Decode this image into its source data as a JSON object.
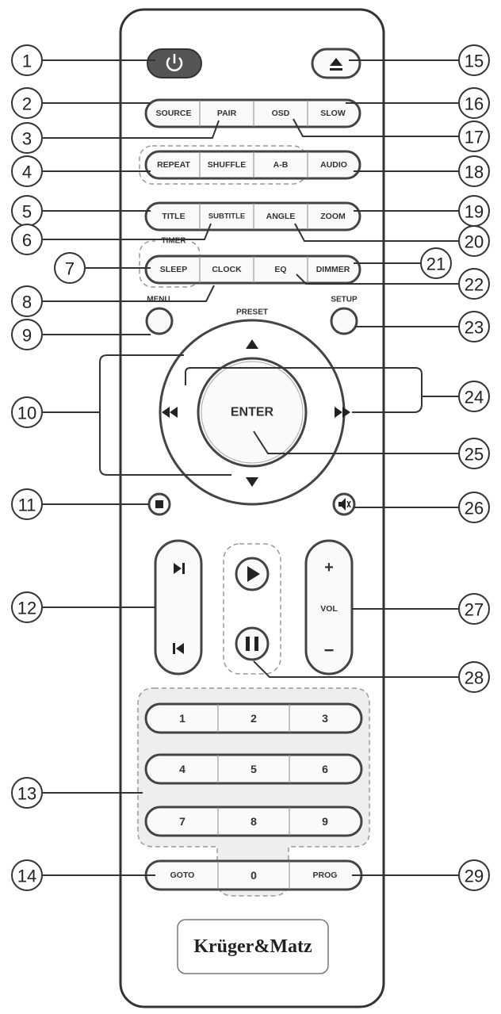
{
  "buttons": {
    "source": "SOURCE",
    "pair": "PAIR",
    "osd": "OSD",
    "slow": "SLOW",
    "repeat": "REPEAT",
    "shuffle": "SHUFFLE",
    "ab": "A-B",
    "audio": "AUDIO",
    "title": "TITLE",
    "subtitle": "SUBTITLE",
    "angle": "ANGLE",
    "zoom": "ZOOM",
    "timer": "TIMER",
    "sleep": "SLEEP",
    "clock": "CLOCK",
    "eq": "EQ",
    "dimmer": "DIMMER",
    "menu": "MENU",
    "setup": "SETUP",
    "preset": "PRESET",
    "enter": "ENTER",
    "vol": "VOL",
    "vol_plus": "+",
    "vol_minus": "−",
    "goto": "GOTO",
    "prog": "PROG"
  },
  "keypad": [
    "1",
    "2",
    "3",
    "4",
    "5",
    "6",
    "7",
    "8",
    "9",
    "0"
  ],
  "brand": "Krüger&Matz",
  "callouts": [
    "1",
    "2",
    "3",
    "4",
    "5",
    "6",
    "7",
    "8",
    "9",
    "10",
    "11",
    "12",
    "13",
    "14",
    "15",
    "16",
    "17",
    "18",
    "19",
    "20",
    "21",
    "22",
    "23",
    "24",
    "25",
    "26",
    "27",
    "28",
    "29"
  ]
}
